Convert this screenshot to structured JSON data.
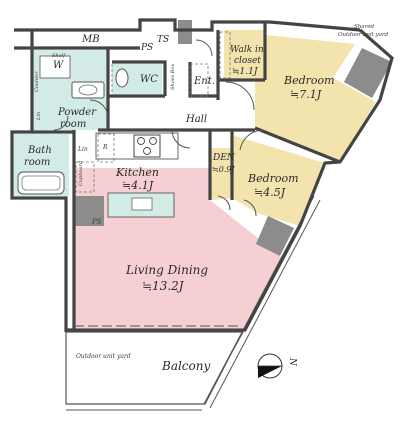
{
  "rooms": {
    "mb": "MB",
    "ps_top": "PS",
    "ts": "TS",
    "shelf": "Shelf",
    "w": "W",
    "counter": "Counter",
    "powder_room": "Powder\nroom",
    "lin_left": "Lin",
    "wc": "WC",
    "shoes_box": "Shoes Box",
    "ent": "Ent.",
    "walk_in_closet": "Walk in\ncloset",
    "walk_in_closet_size": "≒1.1J",
    "bedroom1": "Bedroom",
    "bedroom1_size": "≒7.1J",
    "hall": "Hall",
    "bath_room": "Bath\nroom",
    "lin": "Lin",
    "r": "R",
    "den": "DEN",
    "den_size": "≒0.9J",
    "bedroom2": "Bedroom",
    "bedroom2_size": "≒4.5J",
    "cupboard": "Cupboard",
    "kitchen": "Kitchen",
    "kitchen_size": "≒4.1J",
    "ps_kitchen": "PS",
    "living_dining": "Living Dining",
    "living_dining_size": "≒13.2J",
    "balcony": "Balcony",
    "outdoor_unit_yard": "Outdoor unit yard",
    "shared_outdoor_unit_yard": "Shared\nOutdoor unit yard"
  },
  "compass": {
    "label": "N"
  },
  "colors": {
    "living": "#f6cfd3",
    "bedroom": "#f3e3ad",
    "wet": "#d3ebe6",
    "hall": "#ffffff",
    "column": "#8c8c8c",
    "wall": "#444444"
  }
}
